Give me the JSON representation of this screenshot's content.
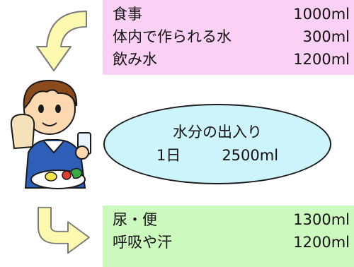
{
  "intake": {
    "rows": [
      {
        "label": "食事",
        "amount": "1000ml"
      },
      {
        "label": "体内で作られる水",
        "amount": "300ml"
      },
      {
        "label": "飲み水",
        "amount": "1200ml"
      }
    ]
  },
  "balance": {
    "title": "水分の出入り",
    "period": "1日",
    "total": "2500ml"
  },
  "output": {
    "rows": [
      {
        "label": "尿・便",
        "amount": "1300ml"
      },
      {
        "label": "呼吸や汗",
        "amount": "1200ml"
      }
    ]
  },
  "colors": {
    "intake_bg": "#fbd0f5",
    "output_bg": "#ccf9bd",
    "ellipse_bg": "#cdf3fb",
    "arrow_fill": "#fdfab0"
  },
  "icons": [
    "curved-down-arrow-icon",
    "curved-right-arrow-icon",
    "child-eating-illustration"
  ]
}
